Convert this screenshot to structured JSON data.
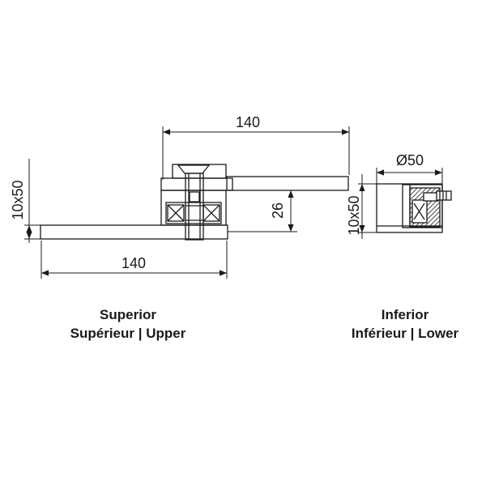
{
  "dimensions": {
    "top_length": "140",
    "bottom_length": "140",
    "bar_section_left": "10x50",
    "bar_section_right": "10x50",
    "offset": "26",
    "diameter": "Ø50"
  },
  "captions": {
    "upper": {
      "line1": "Superior",
      "line2": "Supérieur | Upper"
    },
    "lower": {
      "line1": "Inferior",
      "line2": "Inférieur | Lower"
    }
  },
  "colors": {
    "line": "#1a1a1a",
    "background": "#ffffff"
  }
}
